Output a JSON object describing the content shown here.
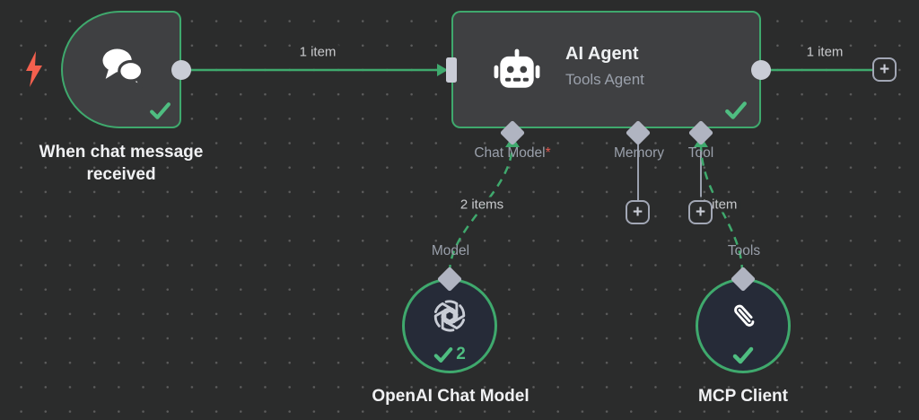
{
  "colors": {
    "accent_green": "#3fa96d",
    "check_green": "#4fbd81",
    "canvas_bg": "#2b2c2c",
    "node_bg": "#3f4042",
    "circle_node_bg": "#262b38",
    "connector_gray": "#c9ccd6",
    "muted_text": "#9aa0ab",
    "required_red": "#e25950",
    "bolt_red": "#f4604e"
  },
  "icons": {
    "trigger_marker": "lightning-bolt-icon",
    "trigger_node": "chat-bubbles-icon",
    "agent_node": "robot-icon",
    "openai_node": "openai-logo-icon",
    "mcp_node": "mcp-logo-icon",
    "status": "check-icon",
    "add": "plus-icon"
  },
  "trigger": {
    "name": "When chat message received",
    "status": "success"
  },
  "agent": {
    "title": "AI Agent",
    "subtitle": "Tools Agent",
    "status": "success",
    "ports": [
      {
        "label": "Chat Model",
        "required_mark": "*"
      },
      {
        "label": "Memory",
        "required_mark": ""
      },
      {
        "label": "Tool",
        "required_mark": ""
      }
    ]
  },
  "openai": {
    "name": "OpenAI Chat Model",
    "port_label": "Model",
    "run_count": "2",
    "status": "success"
  },
  "mcp": {
    "name": "MCP Client",
    "port_label": "Tools",
    "status": "success"
  },
  "edges": {
    "trigger_to_agent": "1 item",
    "agent_output": "1 item",
    "model_edge": "2 items",
    "tool_edge": "1 item"
  },
  "add_buttons": {
    "plus": "+"
  }
}
